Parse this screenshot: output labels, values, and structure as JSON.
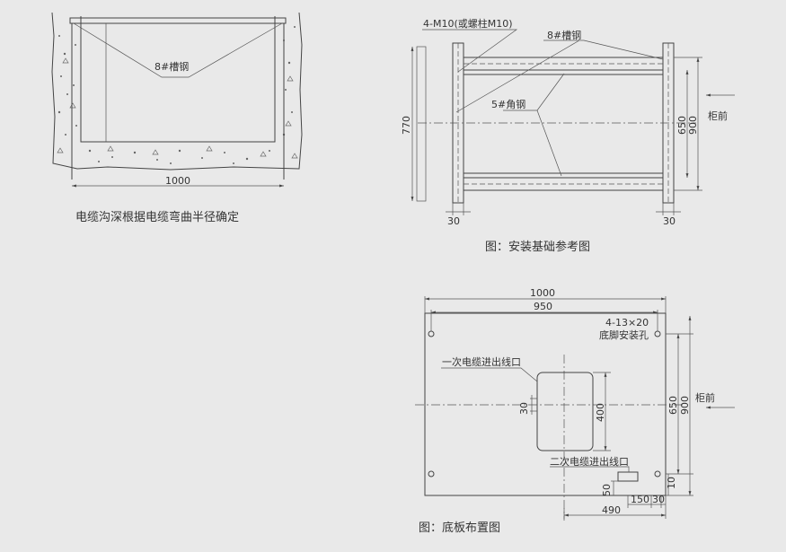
{
  "trench": {
    "label_channel": "8#槽钢",
    "dim_width": "1000",
    "caption": "电缆沟深根据电缆弯曲半径确定"
  },
  "foundation": {
    "label_bolt": "4-M10(或螺柱M10)",
    "label_channel": "8#槽钢",
    "label_angle": "5#角钢",
    "dim_770": "770",
    "dim_650": "650",
    "dim_900": "900",
    "dim_30_left": "30",
    "dim_30_right": "30",
    "cabinet_front": "柜前",
    "caption": "图：安装基础参考图"
  },
  "base_plate": {
    "dim_1000": "1000",
    "dim_950": "950",
    "label_holes_line1": "4-13×20",
    "label_holes_line2": "底脚安装孔",
    "label_primary": "一次电缆进出线口",
    "label_secondary": "二次电缆进出线口",
    "dim_30": "30",
    "dim_400": "400",
    "dim_650": "650",
    "dim_900": "900",
    "dim_10": "10",
    "dim_50": "50",
    "dim_150": "150",
    "dim_30b": "30",
    "dim_490": "490",
    "cabinet_front": "柜前",
    "caption": "图：底板布置图"
  }
}
